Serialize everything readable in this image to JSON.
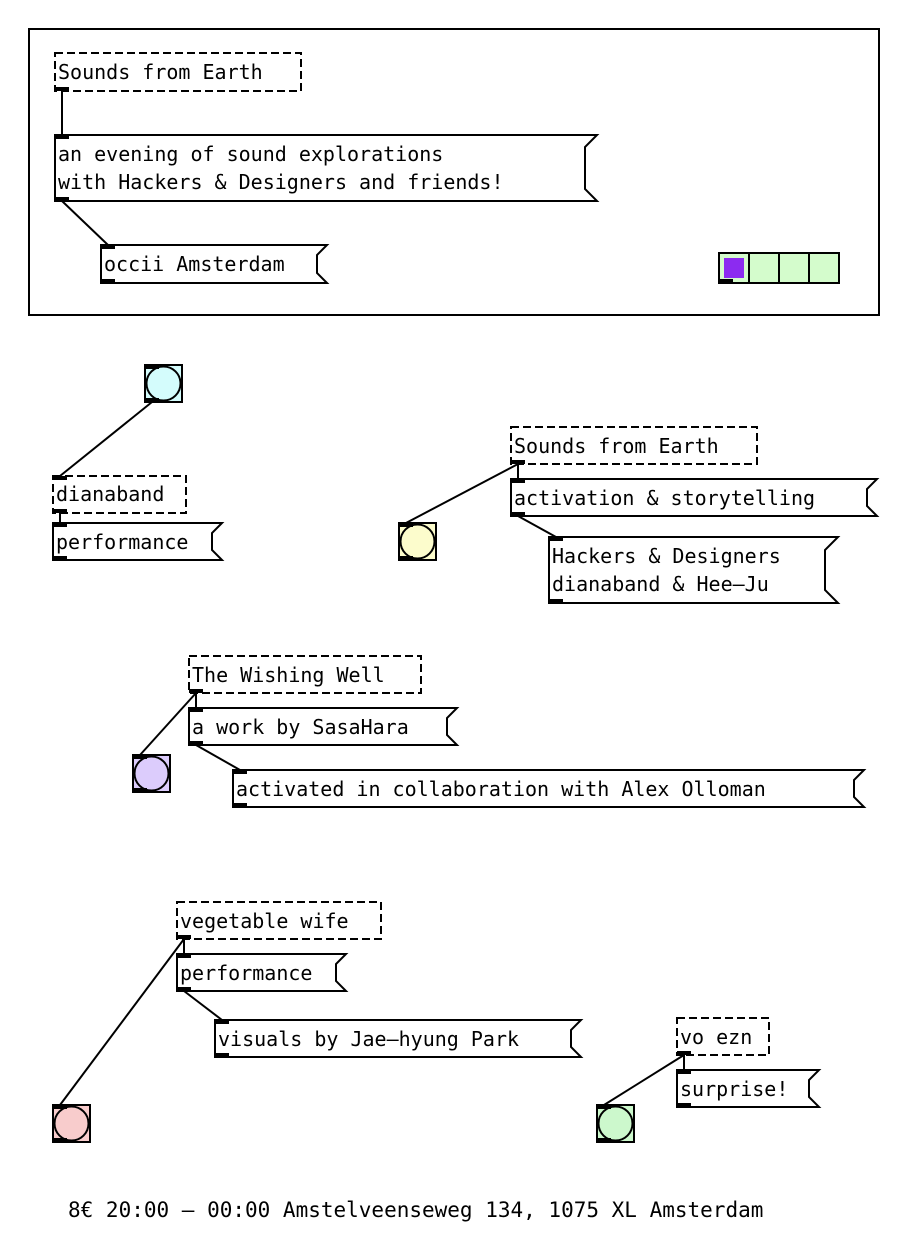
{
  "app": "Pure Data patch",
  "colors": {
    "line": "#000000",
    "background": "#ffffff",
    "radio_cell": "#d4fccc",
    "radio_selected": "#8c2bf0"
  },
  "header_frame": {
    "title": "Sounds from Earth",
    "subtitle_lines": [
      "an evening of sound explorations",
      "with Hackers & Designers and friends!"
    ],
    "venue": "occii Amsterdam",
    "radio": {
      "cells": 4,
      "selected_index": 0
    }
  },
  "groups": [
    {
      "id": "dianaband",
      "bang_color": "#d4fcfc",
      "title": "dianaband",
      "messages": [
        [
          "performance"
        ]
      ]
    },
    {
      "id": "sounds-from-earth",
      "bang_color": "#fcfccc",
      "title": "Sounds from Earth",
      "messages": [
        [
          "activation & storytelling"
        ],
        [
          "Hackers & Designers",
          "dianaband & Hee–Ju"
        ]
      ]
    },
    {
      "id": "wishing-well",
      "bang_color": "#dcccfc",
      "title": "The Wishing Well",
      "messages": [
        [
          "a work by SasaHara"
        ],
        [
          "activated in collaboration with Alex Olloman"
        ]
      ]
    },
    {
      "id": "vegetable-wife",
      "bang_color": "#f8cccc",
      "title": "vegetable wife",
      "messages": [
        [
          "performance"
        ],
        [
          "visuals by Jae–hyung Park"
        ]
      ]
    },
    {
      "id": "vo-ezn",
      "bang_color": "#ccf8cc",
      "title": "vo ezn",
      "messages": [
        [
          "surprise!"
        ]
      ]
    }
  ],
  "footer": {
    "text": "8€ 20:00 – 00:00 Amstelveenseweg 134, 1075 XL Amsterdam"
  }
}
